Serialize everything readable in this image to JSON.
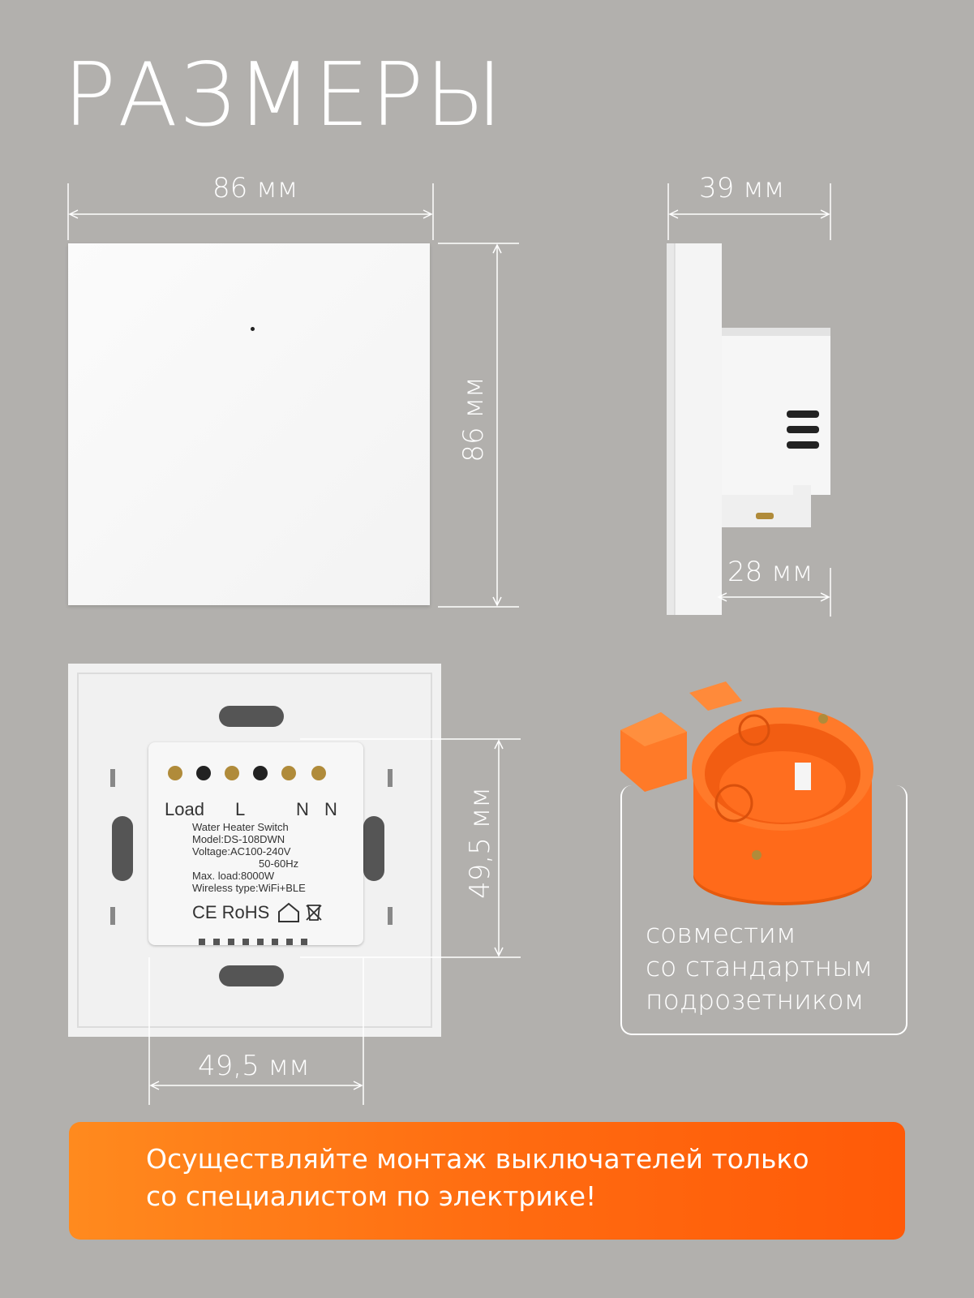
{
  "title": "РАЗМЕРЫ",
  "dimensions": {
    "front_width": "86 мм",
    "front_height": "86 мм",
    "side_depth": "39 мм",
    "side_module": "28 мм",
    "back_module_height": "49,5 мм",
    "back_module_width": "49,5 мм"
  },
  "module_label": {
    "terminals": [
      "Load",
      "L",
      "N",
      "N"
    ],
    "lines": [
      "Water Heater Switch",
      "Model:DS-108DWN",
      "Voltage:AC100-240V",
      "50-60Hz",
      "Max. load:8000W",
      "Wireless type:WiFi+BLE"
    ],
    "marks": "CE RoHS"
  },
  "compatibility": {
    "lines": [
      "совместим",
      "со стандартным",
      "подрозетником"
    ]
  },
  "banner": {
    "lines": [
      "Осуществляйте монтаж выключателей только",
      "со специалистом по электрике!"
    ]
  },
  "colors": {
    "background": "#b2b0ad",
    "accent": "#ff6a10",
    "junction_box": "#ff6a1a"
  }
}
